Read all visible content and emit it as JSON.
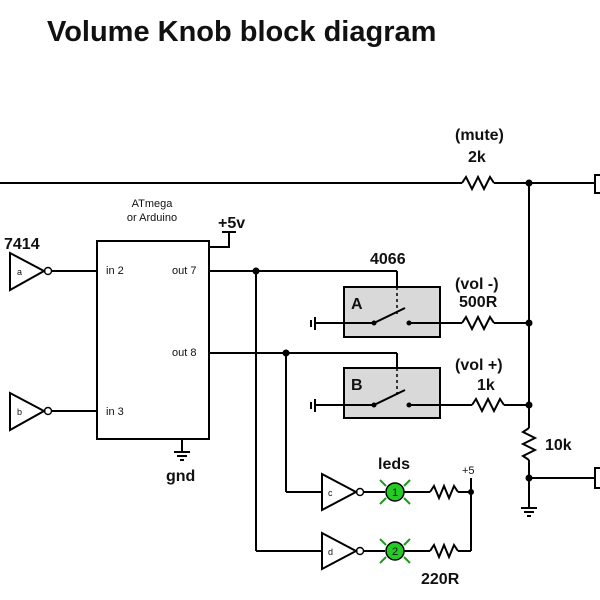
{
  "title": "Volume Knob block diagram",
  "labels": {
    "chip_7414": "7414",
    "mcu_line1": "ATmega",
    "mcu_line2": "or Arduino",
    "supply_5v": "+5v",
    "pin_in2": "in 2",
    "pin_in3": "in 3",
    "pin_out7": "out 7",
    "pin_out8": "out 8",
    "gnd": "gnd",
    "chip_4066": "4066",
    "switch_a": "A",
    "switch_b": "B",
    "mute_label": "(mute)",
    "r_mute": "2k",
    "vol_minus_label": "(vol -)",
    "r_vol_minus": "500R",
    "vol_plus_label": "(vol +)",
    "r_vol_plus": "1k",
    "r_10k": "10k",
    "leds_label": "leds",
    "led_supply": "+5",
    "r_led": "220R",
    "led1": "1",
    "led2": "2",
    "gate_top": "a",
    "gate_bottom": "b",
    "gate_c": "c",
    "gate_d": "d"
  },
  "colors": {
    "wire": "#000000",
    "switch_fill": "#d9d9d9",
    "led_fill": "#22cc22",
    "led_ray": "#1a9a1a"
  }
}
